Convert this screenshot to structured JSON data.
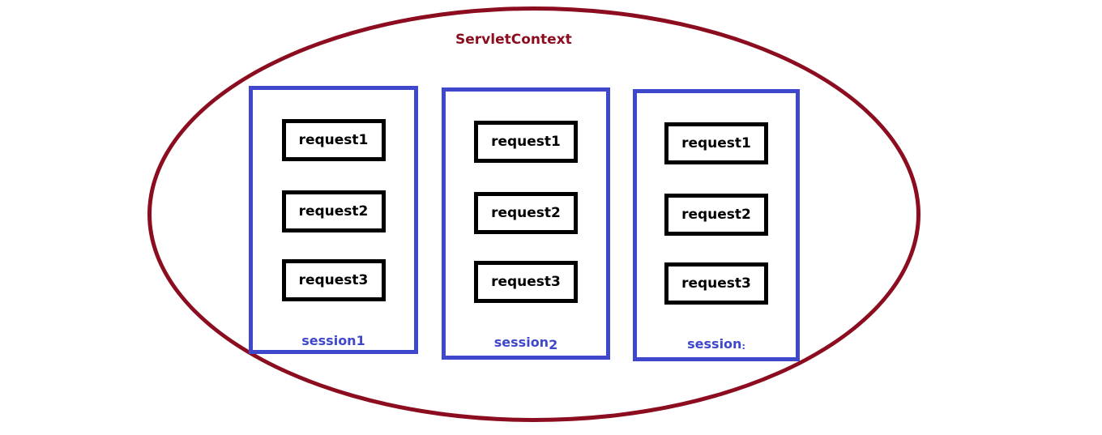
{
  "diagram": {
    "title": "ServletContext",
    "colors": {
      "context_border": "#8B0D1F",
      "title_text": "#8B0D1F",
      "session_border": "#3F48CC",
      "session_label_text": "#3F48CC",
      "request_border": "#000000",
      "request_text": "#000000",
      "background": "#FFFFFF"
    },
    "sessions": [
      {
        "label_main": "session",
        "label_suffix": "1",
        "requests": [
          "request1",
          "request2",
          "request3"
        ]
      },
      {
        "label_main": "session",
        "label_suffix": "2",
        "requests": [
          "request1",
          "request2",
          "request3"
        ]
      },
      {
        "label_main": "session",
        "label_suffix": ":",
        "requests": [
          "request1",
          "request2",
          "request3"
        ]
      }
    ]
  }
}
